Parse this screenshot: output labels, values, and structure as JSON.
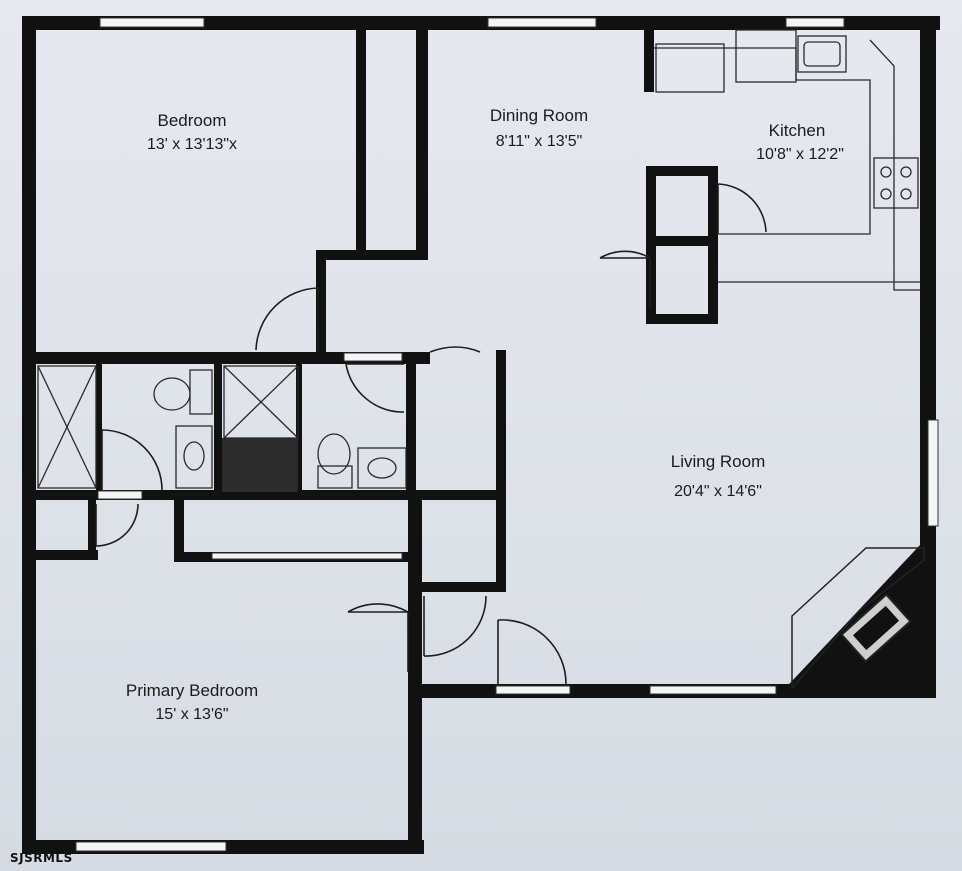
{
  "rooms": {
    "bedroom": {
      "name": "Bedroom",
      "dimensions": "13' x 13'13\"x"
    },
    "dining_room": {
      "name": "Dining Room",
      "dimensions": "8'11\" x 13'5\""
    },
    "kitchen": {
      "name": "Kitchen",
      "dimensions": "10'8\" x 12'2\""
    },
    "living_room": {
      "name": "Living Room",
      "dimensions": "20'4\" x 14'6\""
    },
    "primary_bedroom": {
      "name": "Primary Bedroom",
      "dimensions": "15' x 13'6\""
    }
  },
  "watermark": "SJSRMLS",
  "colors": {
    "wall": "#111111",
    "floor": "#e3e6ec",
    "fixture_line": "#2a2a2a",
    "window": "#f4f5f7"
  },
  "icons": [
    "shower-icon",
    "toilet-icon",
    "sink-icon",
    "stove-icon",
    "fireplace-icon",
    "door-swing-icon",
    "window-icon"
  ]
}
